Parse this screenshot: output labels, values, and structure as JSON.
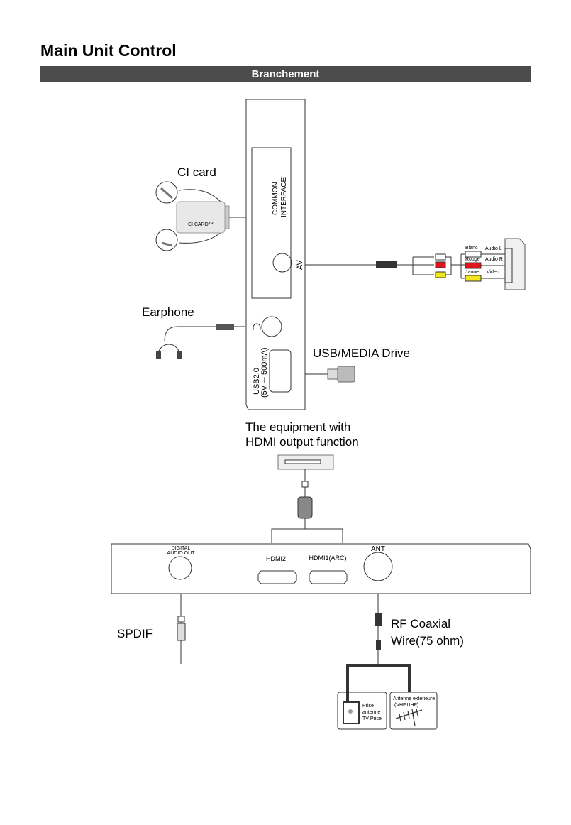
{
  "header": {
    "title": "Main Unit Control",
    "section_bar": "Branchement"
  },
  "side_panel": {
    "ci_slot_label_1": "COMMON",
    "ci_slot_label_2": "INTERFACE",
    "av_label": "AV",
    "usb_label_1": "USB2.0",
    "usb_label_2": "(5V ⎓ 500mA)"
  },
  "ci_card": {
    "label": "CI card",
    "card_text": "CI CARD™"
  },
  "earphone": {
    "label": "Earphone"
  },
  "usb": {
    "label": "USB/MEDIA Drive"
  },
  "av_cables": [
    {
      "color_name": "Blanc",
      "signal": "Audio L",
      "color": "#ffffff"
    },
    {
      "color_name": "Rouge",
      "signal": "Audio R",
      "color": "#e0141b"
    },
    {
      "color_name": "Jaune",
      "signal": "Video",
      "color": "#f2e61c"
    }
  ],
  "hdmi_source": {
    "label_1": "The equipment with",
    "label_2": "HDMI output function"
  },
  "bottom_panel": {
    "digital_audio_1": "DIGITAL",
    "digital_audio_2": "AUDIO OUT",
    "hdmi2": "HDMI2",
    "hdmi1": "HDMI1(ARC)",
    "ant": "ANT"
  },
  "spdif": {
    "label": "SPDIF"
  },
  "rf": {
    "label_1": "RF Coaxial",
    "label_2": "Wire(75 ohm)"
  },
  "antenna": {
    "wall_1": "Prise",
    "wall_2": "antenne",
    "wall_3": "TV Prise",
    "outdoor_1": "Antenne extérieure",
    "outdoor_2": "(VHF,UHF)"
  }
}
